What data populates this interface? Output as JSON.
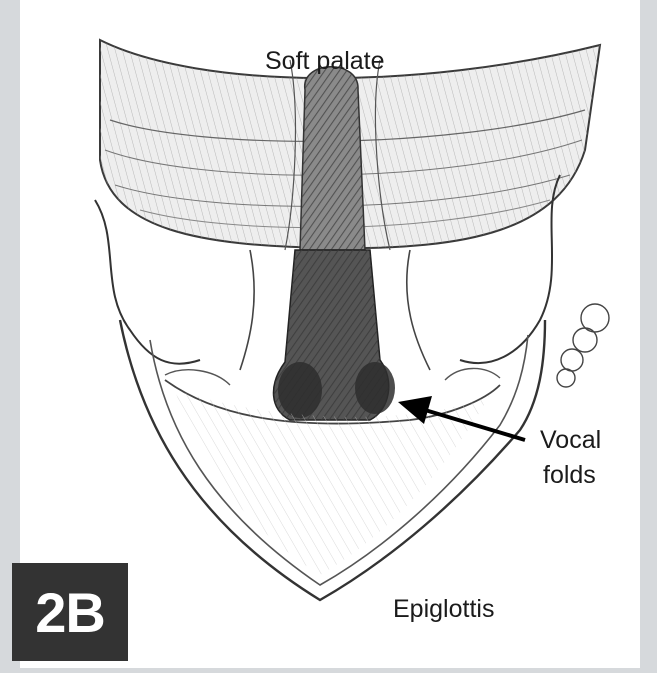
{
  "figure": {
    "panel_label": "2B",
    "labels": {
      "soft_palate": "Soft palate",
      "vocal_folds_line1": "Vocal",
      "vocal_folds_line2": "folds",
      "epiglottis": "Epiglottis"
    }
  },
  "colors": {
    "paper": "#ffffff",
    "ink": "#2a2a2a",
    "shade": "#555555",
    "badge_bg": "#333333",
    "badge_text": "#ffffff"
  }
}
